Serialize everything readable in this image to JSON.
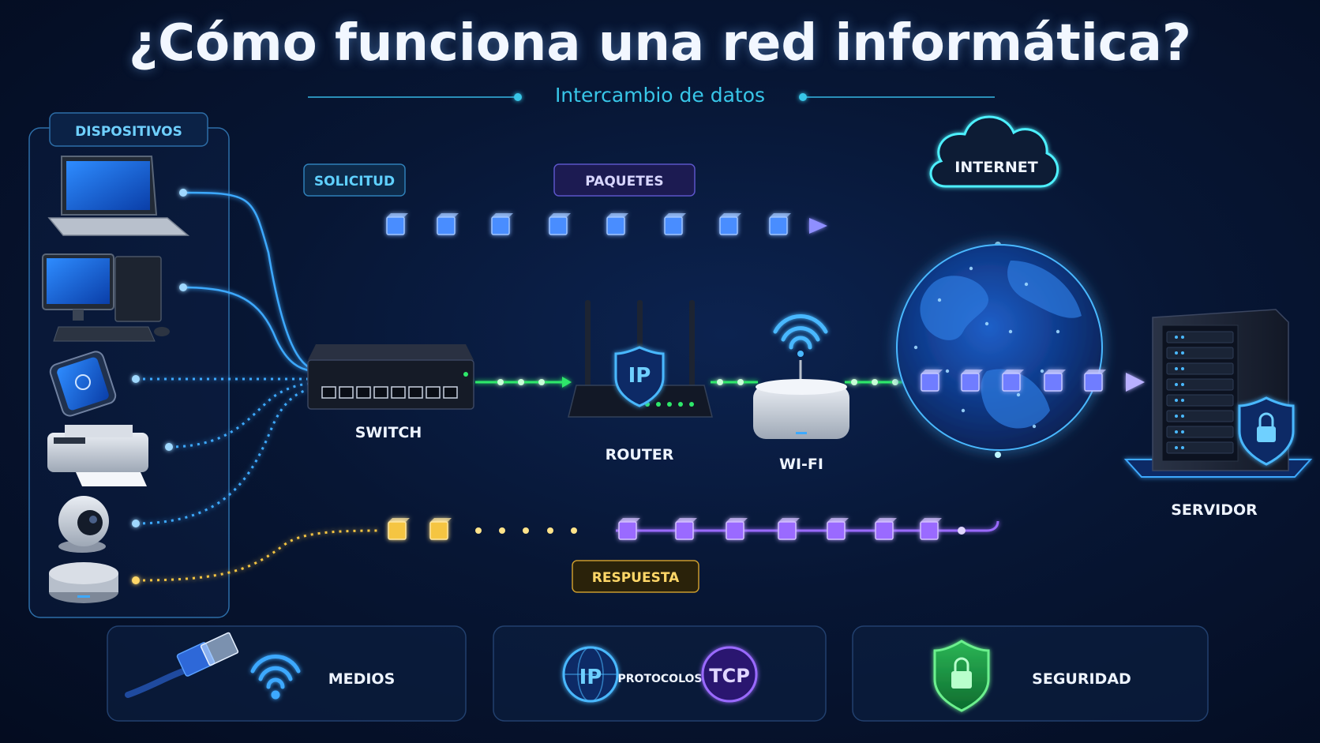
{
  "title": "¿Cómo funciona una red informática?",
  "subtitle": "Intercambio de datos",
  "devices_panel": {
    "label": "DISPOSITIVOS"
  },
  "flow_labels": {
    "request": "SOLICITUD",
    "packets": "PAQUETES",
    "response": "RESPUESTA"
  },
  "nodes": {
    "switch": "SWITCH",
    "router": "ROUTER",
    "router_badge": "IP",
    "wifi": "WI-FI",
    "internet": "INTERNET",
    "server": "SERVIDOR"
  },
  "bottom_cards": {
    "media": "MEDIOS",
    "protocols": "PROTOCOLOS",
    "ip_badge": "IP",
    "tcp_badge": "TCP",
    "security": "SEGURIDAD"
  },
  "colors": {
    "background": "#061430",
    "request_line": "#3da9ff",
    "packet_blue": "#4a8dff",
    "green_link": "#2ee86a",
    "response_purple": "#9a6bff",
    "response_yellow": "#f5c542",
    "accent_cyan": "#38c6e8"
  }
}
